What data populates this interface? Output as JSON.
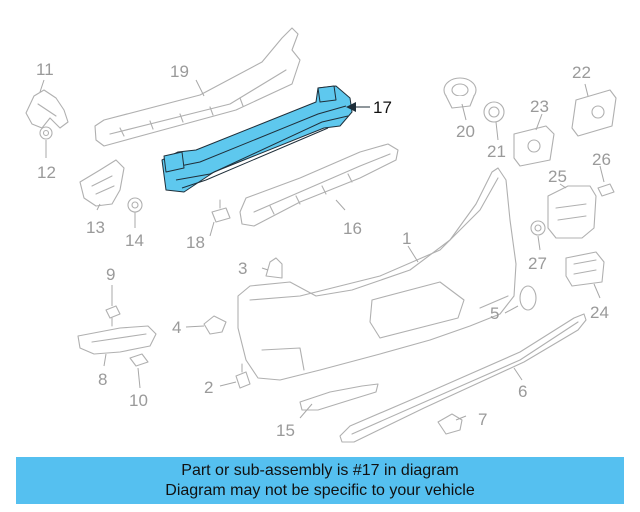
{
  "diagram": {
    "highlight_color": "#5ec8ee",
    "callouts": [
      "1",
      "2",
      "3",
      "4",
      "5",
      "6",
      "7",
      "8",
      "9",
      "10",
      "11",
      "12",
      "13",
      "14",
      "15",
      "16",
      "17",
      "18",
      "19",
      "20",
      "21",
      "22",
      "23",
      "24",
      "25",
      "26",
      "27"
    ],
    "highlighted_part": "17"
  },
  "caption": {
    "line1": "Part or sub-assembly is #17 in diagram",
    "line2": "Diagram may not be specific to your vehicle",
    "background": "#55c0f0"
  }
}
